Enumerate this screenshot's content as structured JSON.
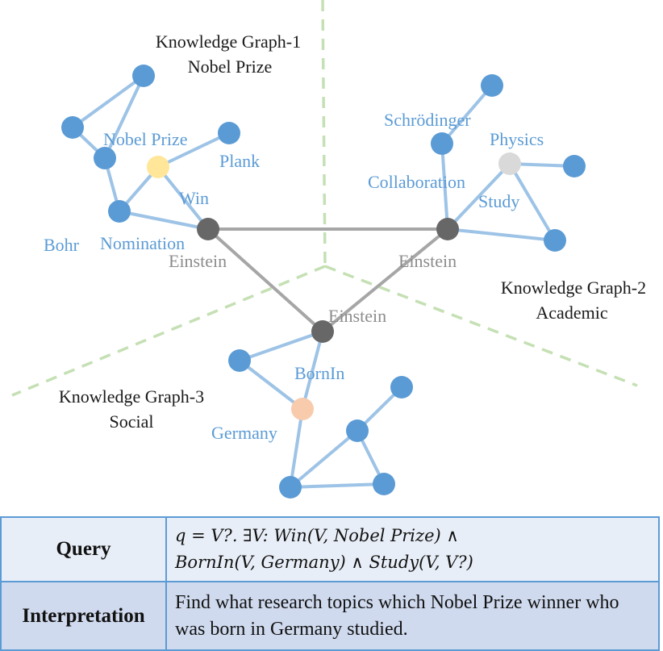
{
  "graph_titles": {
    "kg1_line1": "Knowledge Graph-1",
    "kg1_line2": "Nobel Prize",
    "kg2_line1": "Knowledge Graph-2",
    "kg2_line2": "Academic",
    "kg3_line1": "Knowledge Graph-3",
    "kg3_line2": "Social"
  },
  "entity_labels": {
    "nobel_prize": "Nobel Prize",
    "plank": "Plank",
    "win": "Win",
    "bohr": "Bohr",
    "nomination": "Nomination",
    "einstein_kg1": "Einstein",
    "schrodinger": "Schrödinger",
    "physics": "Physics",
    "collaboration": "Collaboration",
    "study": "Study",
    "einstein_kg2": "Einstein",
    "einstein_kg3": "Einstein",
    "bornin": "BornIn",
    "germany": "Germany"
  },
  "colors": {
    "entity_node": "#5b9bd5",
    "entity_edge": "#9dc3e6",
    "anchor_node": "#676767",
    "anchor_edge": "#a6a6a6",
    "nobel_prize_node": "#ffe699",
    "physics_node": "#d9d9d9",
    "germany_node": "#f8cbad",
    "separator": "#c5e0b4",
    "table_border": "#5b9bd5"
  },
  "table": {
    "query_label": "Query",
    "query_line1": "q = V?. ∃V: Win(V, Nobel Prize) ∧",
    "query_line2": "BornIn(V, Germany) ∧ Study(V, V?)",
    "interpretation_label": "Interpretation",
    "interpretation_text": "Find what research topics which Nobel Prize winner who was born in Germany studied."
  }
}
